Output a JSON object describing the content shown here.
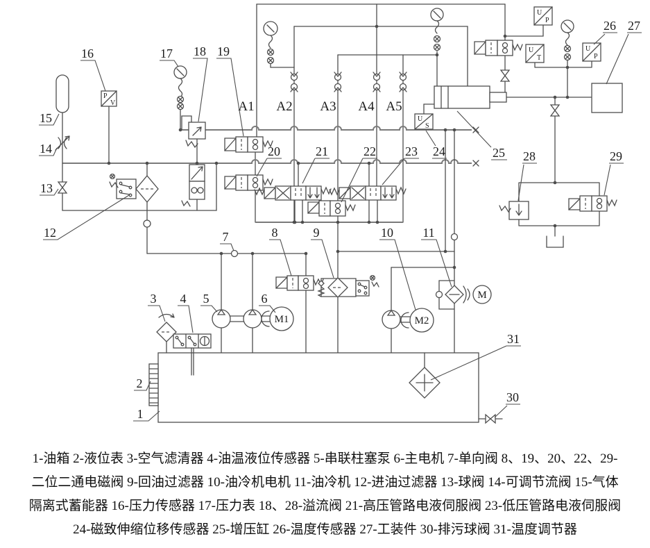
{
  "figure": {
    "port_labels": {
      "a1": "A1",
      "a2": "A2",
      "a3": "A3",
      "a4": "A4",
      "a5": "A5"
    },
    "motor_labels": {
      "m1": "M1",
      "m2": "M2",
      "m": "M"
    },
    "instrument_labels": {
      "pv_top": "P",
      "pv_bottom": "V",
      "us_top": "U",
      "us_bottom": "S",
      "up1_top": "U",
      "up1_bottom": "P",
      "ut_top": "U",
      "ut_bottom": "T",
      "up2_top": "U",
      "up2_bottom": "P"
    },
    "callouts": {
      "c1": "1",
      "c2": "2",
      "c3": "3",
      "c4": "4",
      "c5": "5",
      "c6": "6",
      "c7": "7",
      "c8": "8",
      "c9": "9",
      "c10": "10",
      "c11": "11",
      "c12": "12",
      "c13": "13",
      "c14": "14",
      "c15": "15",
      "c16": "16",
      "c17": "17",
      "c18": "18",
      "c19": "19",
      "c20": "20",
      "c21": "21",
      "c22": "22",
      "c23": "23",
      "c24": "24",
      "c25": "25",
      "c26": "26",
      "c27": "27",
      "c28": "28",
      "c29": "29",
      "c30": "30",
      "c31": "31"
    }
  },
  "legend": {
    "lines": [
      "1-油箱 2-液位表 3-空气滤清器 4-油温液位传感器 5-串联柱塞泵 6-主电机 7-单向阀 8、19、20、22、29-",
      "二位二通电磁阀 9-回油过滤器 10-油冷机电机 11-油冷机 12-进油过滤器 13-球阀 14-可调节流阀 15-气体",
      "隔离式蓄能器 16-压力传感器 17-压力表 18、28-溢流阀 21-高压管路电液伺服阀 23-低压管路电液伺服阀",
      "24-磁致伸缩位移传感器 25-增压缸 26-温度传感器 27-工装件 30-排污球阀 31-温度调节器"
    ]
  }
}
